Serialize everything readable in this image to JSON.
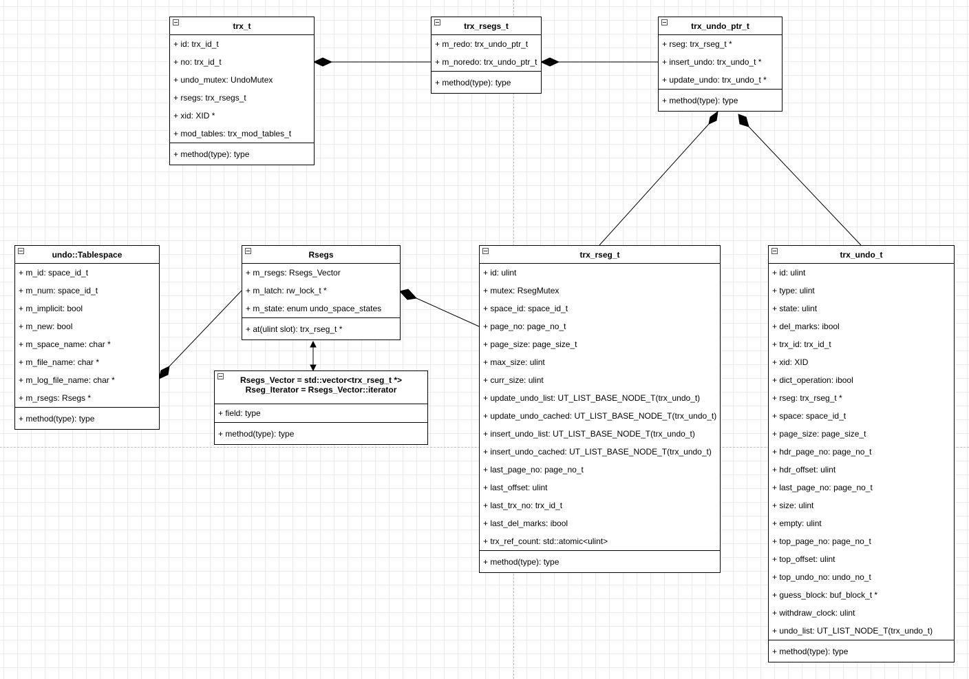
{
  "classes": {
    "trx_t": {
      "name": "trx_t",
      "fields": [
        "+ id: trx_id_t",
        "+ no: trx_id_t",
        "+ undo_mutex: UndoMutex",
        "+ rsegs: trx_rsegs_t",
        "+ xid: XID *",
        "+ mod_tables: trx_mod_tables_t"
      ],
      "methods": [
        "+ method(type): type"
      ]
    },
    "trx_rsegs_t": {
      "name": "trx_rsegs_t",
      "fields": [
        "+ m_redo: trx_undo_ptr_t",
        "+ m_noredo: trx_undo_ptr_t"
      ],
      "methods": [
        "+ method(type): type"
      ]
    },
    "trx_undo_ptr_t": {
      "name": "trx_undo_ptr_t",
      "fields": [
        "+ rseg: trx_rseg_t *",
        "+ insert_undo: trx_undo_t *",
        "+ update_undo: trx_undo_t *"
      ],
      "methods": [
        "+ method(type): type"
      ]
    },
    "undo_tablespace": {
      "name": "undo::Tablespace",
      "fields": [
        "+ m_id: space_id_t",
        "+ m_num: space_id_t",
        "+ m_implicit: bool",
        "+ m_new: bool",
        "+ m_space_name: char *",
        "+ m_file_name: char *",
        "+ m_log_file_name: char *",
        "+ m_rsegs: Rsegs *"
      ],
      "methods": [
        "+ method(type): type"
      ]
    },
    "rsegs": {
      "name": "Rsegs",
      "fields": [
        "+ m_rsegs: Rsegs_Vector",
        "+ m_latch: rw_lock_t *",
        "+ m_state: enum undo_space_states"
      ],
      "methods": [
        "+ at(ulint slot): trx_rseg_t *"
      ]
    },
    "rsegs_vector": {
      "name_line1": "Rsegs_Vector = std::vector<trx_rseg_t *>",
      "name_line2": "Rseg_Iterator = Rsegs_Vector::iterator",
      "fields": [
        "+ field: type"
      ],
      "methods": [
        "+ method(type): type"
      ]
    },
    "trx_rseg_t": {
      "name": "trx_rseg_t",
      "fields": [
        "+ id: ulint",
        "+ mutex: RsegMutex",
        "+ space_id: space_id_t",
        "+ page_no: page_no_t",
        "+ page_size: page_size_t",
        "+ max_size: ulint",
        "+ curr_size: ulint",
        "+ update_undo_list: UT_LIST_BASE_NODE_T(trx_undo_t)",
        "+ update_undo_cached: UT_LIST_BASE_NODE_T(trx_undo_t)",
        "+ insert_undo_list: UT_LIST_BASE_NODE_T(trx_undo_t)",
        "+ insert_undo_cached: UT_LIST_BASE_NODE_T(trx_undo_t)",
        "+ last_page_no: page_no_t",
        "+ last_offset: ulint",
        "+ last_trx_no: trx_id_t",
        "+ last_del_marks: ibool",
        "+ trx_ref_count: std::atomic<ulint>"
      ],
      "methods": [
        "+ method(type): type"
      ]
    },
    "trx_undo_t": {
      "name": "trx_undo_t",
      "fields": [
        "+ id: ulint",
        "+ type: ulint",
        "+ state: ulint",
        "+ del_marks: ibool",
        "+ trx_id: trx_id_t",
        "+ xid: XID",
        "+ dict_operation: ibool",
        "+ rseg: trx_rseg_t *",
        "+ space: space_id_t",
        "+ page_size: page_size_t",
        "+ hdr_page_no: page_no_t",
        "+ hdr_offset: ulint",
        "+ last_page_no: page_no_t",
        "+ size: ulint",
        "+ empty: ulint",
        "+ top_page_no: page_no_t",
        "+ top_offset: ulint",
        "+ top_undo_no: undo_no_t",
        "+ guess_block: buf_block_t *",
        "+ withdraw_clock: ulint",
        "+ undo_list: UT_LIST_NODE_T(trx_undo_t)"
      ],
      "methods": [
        "+ method(type): type"
      ]
    }
  },
  "relations": [
    {
      "kind": "composition",
      "whole": "trx_t",
      "part": "trx_rsegs_t"
    },
    {
      "kind": "composition",
      "whole": "trx_rsegs_t",
      "part": "trx_undo_ptr_t"
    },
    {
      "kind": "composition",
      "whole": "trx_undo_ptr_t",
      "part": "trx_rseg_t"
    },
    {
      "kind": "composition",
      "whole": "trx_undo_ptr_t",
      "part": "trx_undo_t"
    },
    {
      "kind": "composition",
      "whole": "undo::Tablespace",
      "part": "Rsegs"
    },
    {
      "kind": "composition",
      "whole": "Rsegs",
      "part": "trx_rseg_t"
    },
    {
      "kind": "association",
      "from": "Rsegs",
      "to": "Rsegs_Vector",
      "arrows": "both"
    }
  ]
}
